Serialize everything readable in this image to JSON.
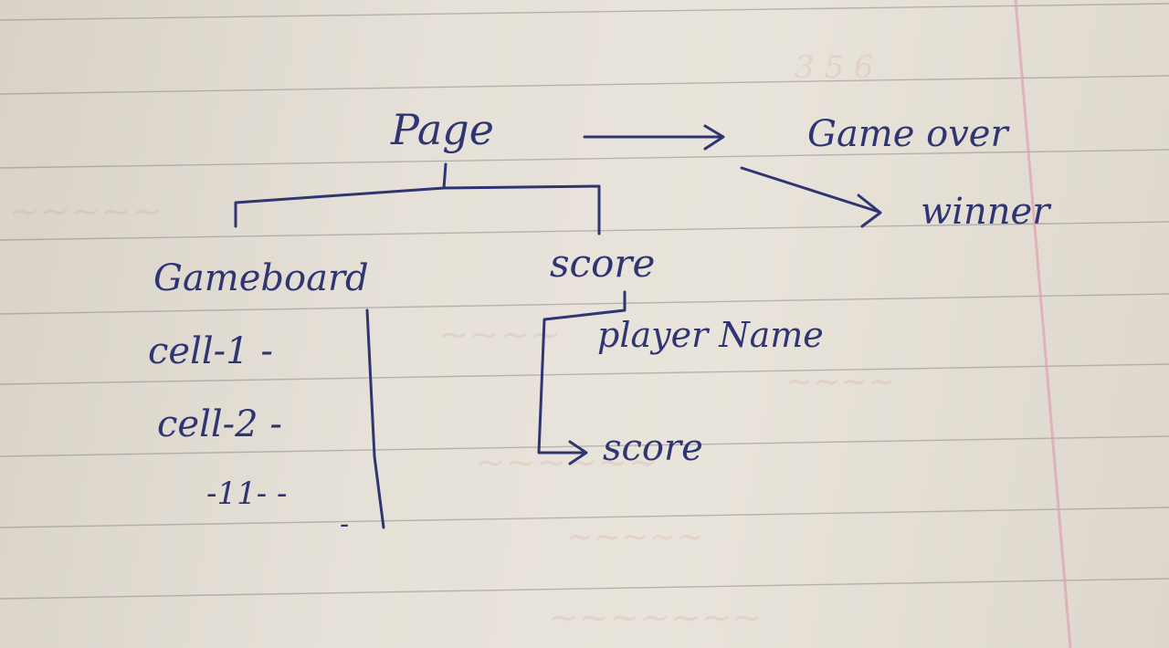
{
  "diagram": {
    "root": "Page",
    "root_next": "Game over",
    "root_next_branch": "winner",
    "children": {
      "left": "Gameboard",
      "right": "score"
    },
    "gameboard_items": [
      "cell-1 -",
      "cell-2 -",
      "-11- -",
      "-"
    ],
    "score_items": {
      "player_name": "player Name",
      "score": "score"
    }
  }
}
